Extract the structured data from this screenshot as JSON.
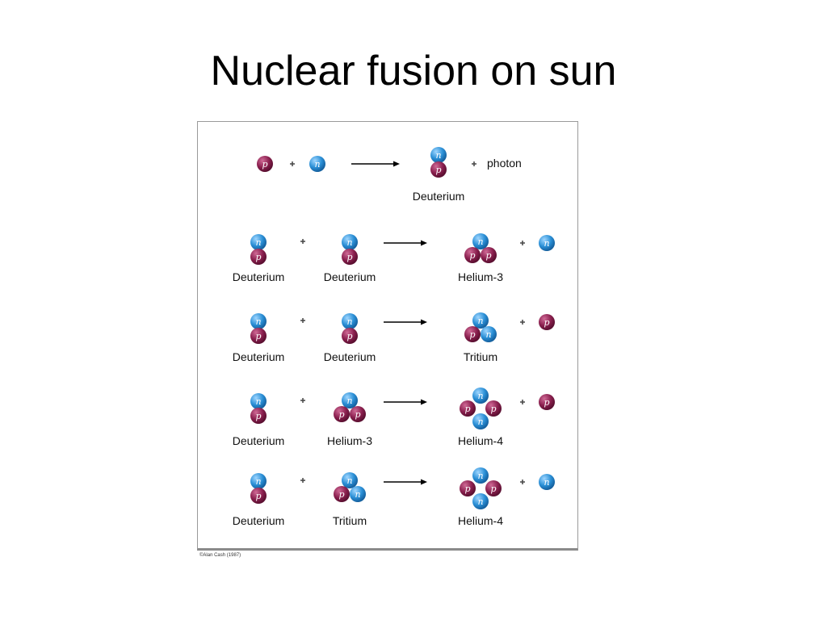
{
  "slide": {
    "title": "Nuclear fusion on sun"
  },
  "legend": {
    "proton_symbol": "p",
    "neutron_symbol": "n"
  },
  "colors": {
    "proton": "#8a1f4e",
    "neutron": "#2a8fd6",
    "arrow": "#000000",
    "text": "#111111"
  },
  "reactions": [
    {
      "reactants": [
        {
          "particles": [
            "p"
          ],
          "label": ""
        },
        {
          "particles": [
            "n"
          ],
          "label": ""
        }
      ],
      "products": [
        {
          "particles": [
            "n",
            "p"
          ],
          "label": "Deuterium",
          "plus_text": "photon"
        }
      ]
    },
    {
      "reactants": [
        {
          "particles": [
            "n",
            "p"
          ],
          "label": "Deuterium"
        },
        {
          "particles": [
            "n",
            "p"
          ],
          "label": "Deuterium"
        }
      ],
      "products": [
        {
          "particles": [
            "n",
            "p",
            "p"
          ],
          "label": "Helium-3",
          "extra": "n"
        }
      ]
    },
    {
      "reactants": [
        {
          "particles": [
            "n",
            "p"
          ],
          "label": "Deuterium"
        },
        {
          "particles": [
            "n",
            "p"
          ],
          "label": "Deuterium"
        }
      ],
      "products": [
        {
          "particles": [
            "n",
            "p",
            "n"
          ],
          "label": "Tritium",
          "extra": "p"
        }
      ]
    },
    {
      "reactants": [
        {
          "particles": [
            "n",
            "p"
          ],
          "label": "Deuterium"
        },
        {
          "particles": [
            "n",
            "p",
            "p"
          ],
          "label": "Helium-3"
        }
      ],
      "products": [
        {
          "particles": [
            "n",
            "p",
            "p",
            "n"
          ],
          "label": "Helium-4",
          "extra": "p"
        }
      ]
    },
    {
      "reactants": [
        {
          "particles": [
            "n",
            "p"
          ],
          "label": "Deuterium"
        },
        {
          "particles": [
            "n",
            "p",
            "n"
          ],
          "label": "Tritium"
        }
      ],
      "products": [
        {
          "particles": [
            "n",
            "p",
            "p",
            "n"
          ],
          "label": "Helium-4",
          "extra": "n"
        }
      ]
    }
  ],
  "credit": "©Alan Cash (1987)"
}
